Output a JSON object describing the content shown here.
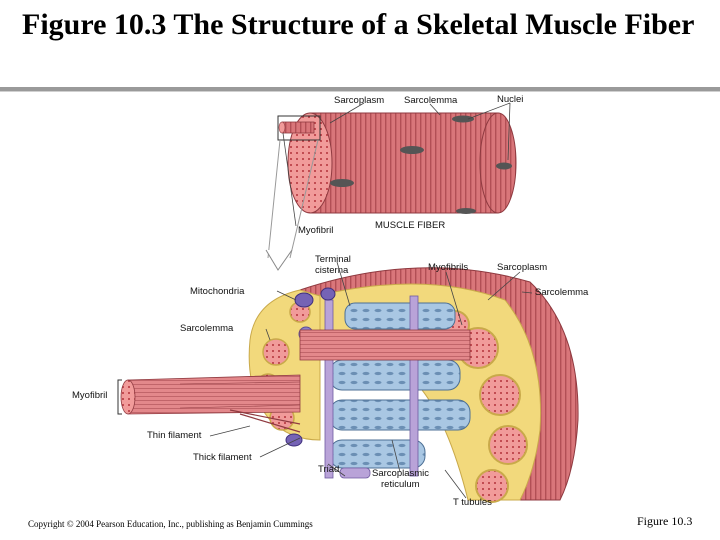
{
  "slide": {
    "title": "Figure 10.3  The Structure of a Skeletal Muscle Fiber",
    "copyright": "Copyright © 2004 Pearson Education, Inc., publishing as Benjamin Cummings",
    "figure_ref": "Figure 10.3"
  },
  "figure": {
    "labels": {
      "sarcoplasm_top": "Sarcoplasm",
      "sarcolemma_top": "Sarcolemma",
      "nuclei": "Nuclei",
      "myofibril_top": "Myofibril",
      "muscle_fiber": "MUSCLE FIBER",
      "terminal_1": "Terminal",
      "terminal_2": "cisterna",
      "myofibrils": "Myofibrils",
      "sarcoplasm_right": "Sarcoplasm",
      "mitochondria": "Mitochondria",
      "sarcolemma_right": "Sarcolemma",
      "sarcolemma_left": "Sarcolemma",
      "myofibril_left": "Myofibril",
      "thin_filament": "Thin filament",
      "thick_filament": "Thick filament",
      "triad": "Triad",
      "sr_1": "Sarcoplasmic",
      "sr_2": "reticulum",
      "t_tubules": "T tubules"
    },
    "colors": {
      "muscle": "#d9767a",
      "muscle_dark": "#b24f55",
      "sarcoplasm": "#f2d97c",
      "sr": "#8fb4d6",
      "ttubule": "#b9a3d8",
      "nucleus": "#555555"
    }
  }
}
